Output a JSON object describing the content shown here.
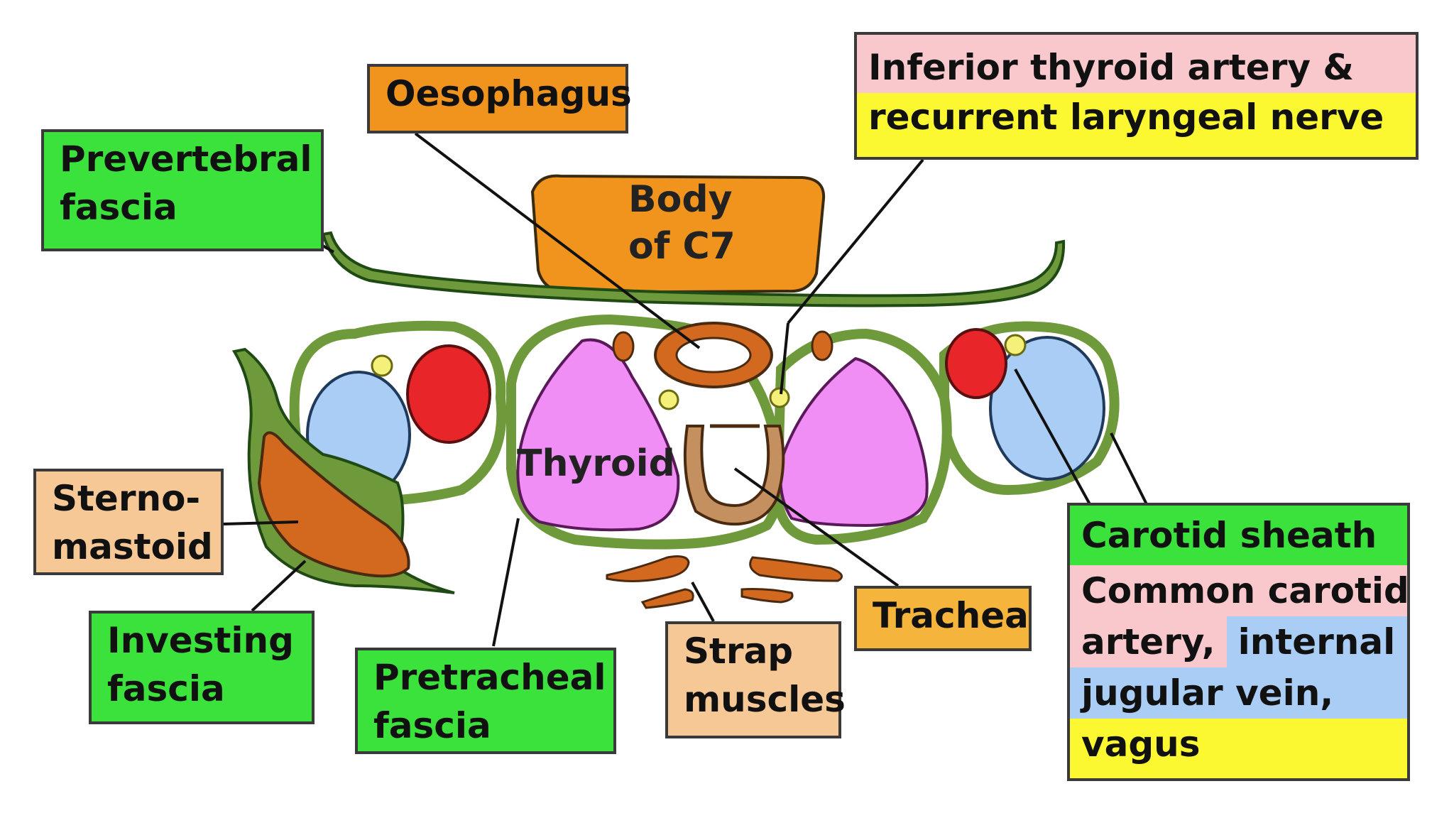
{
  "colors": {
    "fascia": "#6f9a3c",
    "fascia_stroke": "#1f4a14",
    "thyroid": "#f08ef5",
    "artery": "#e8262a",
    "vein": "#a9cdf5",
    "nerve": "#f5f07a",
    "muscle": "#d2691e",
    "bone": "#f0941e",
    "trachea": "#c49060",
    "label_green": "#3be23b"
  },
  "labels": {
    "prevertebral": [
      "Prevertebral",
      "fascia"
    ],
    "oesophagus": "Oesophagus",
    "inferior_thyroid": [
      "Inferior thyroid artery &",
      "recurrent laryngeal nerve"
    ],
    "body_c7": [
      "Body",
      "of C7"
    ],
    "thyroid": "Thyroid",
    "sternomastoid": [
      "Sterno-",
      "mastoid"
    ],
    "investing": [
      "Investing",
      "fascia"
    ],
    "pretracheal": [
      "Pretracheal",
      "fascia"
    ],
    "strap": [
      "Strap",
      "muscles"
    ],
    "trachea": "Trachea",
    "carotid_sheath": {
      "title": "Carotid sheath",
      "line1": "Common carotid",
      "line2a": "artery,",
      "line2b": "internal",
      "line3": "jugular vein,",
      "line4": "vagus"
    }
  }
}
